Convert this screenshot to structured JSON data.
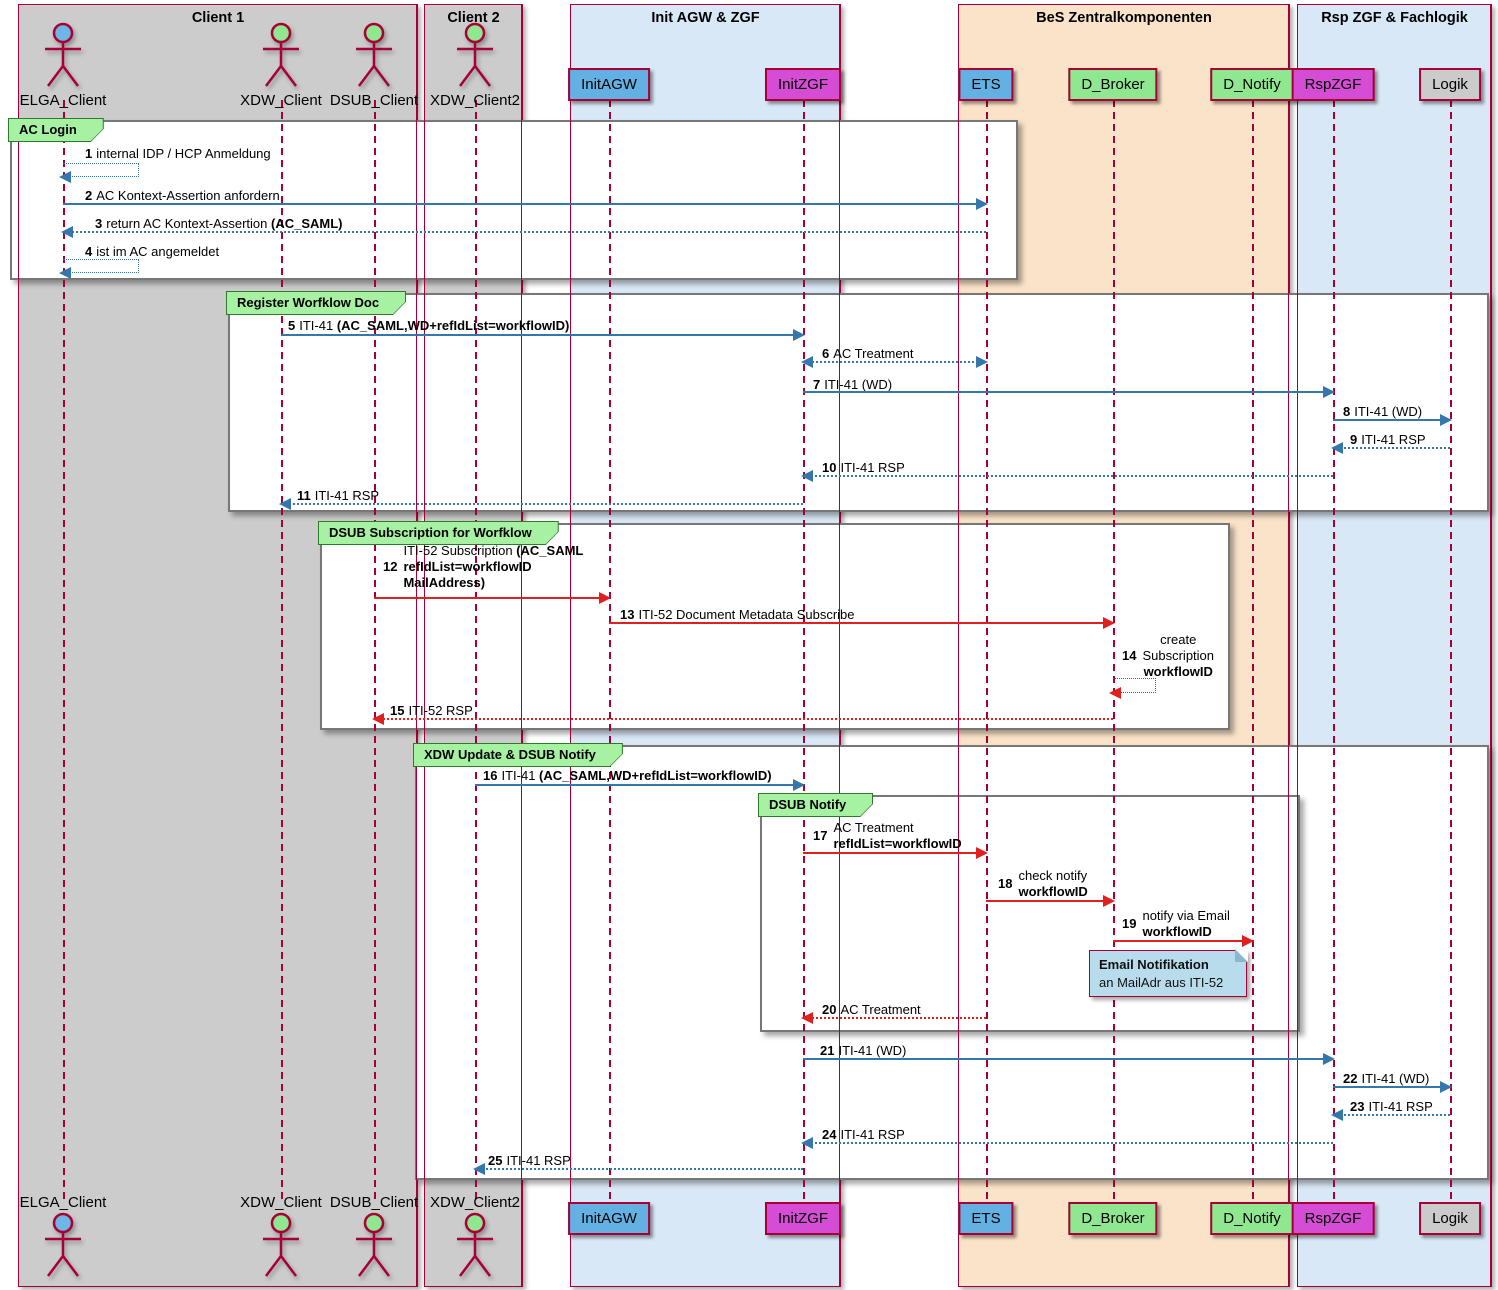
{
  "columns": [
    {
      "label": "Client 1",
      "bg": "#CCCCCC"
    },
    {
      "label": "Client 2",
      "bg": "#CCCCCC"
    },
    {
      "label": "Init AGW & ZGF",
      "bg": "#D9E8F6"
    },
    {
      "label": "BeS Zentralkomponenten",
      "bg": "#FAE3C8"
    },
    {
      "label": "Rsp ZGF & Fachlogik",
      "bg": "#D9E8F6"
    }
  ],
  "actors": [
    {
      "label": "ELGA_Client",
      "head": "#6FB6E8"
    },
    {
      "label": "XDW_Client",
      "head": "#8FE88F"
    },
    {
      "label": "DSUB_Client",
      "head": "#8FE88F"
    },
    {
      "label": "XDW_Client2",
      "head": "#8FE88F"
    }
  ],
  "participants": [
    {
      "label": "InitAGW",
      "bg": "#63B0E3"
    },
    {
      "label": "InitZGF",
      "bg": "#D54CD5"
    },
    {
      "label": "ETS",
      "bg": "#63B0E3"
    },
    {
      "label": "D_Broker",
      "bg": "#8FE88F"
    },
    {
      "label": "D_Notify",
      "bg": "#8FE88F"
    },
    {
      "label": "RspZGF",
      "bg": "#D54CD5"
    },
    {
      "label": "Logik",
      "bg": "#CBCBCB"
    }
  ],
  "frames": [
    {
      "label": "AC Login"
    },
    {
      "label": "Register Worfklow Doc"
    },
    {
      "label": "DSUB Subscription for Worfklow"
    },
    {
      "label": "XDW Update & DSUB Notify"
    },
    {
      "label": "DSUB Notify"
    }
  ],
  "messages": {
    "m1": {
      "num": "1",
      "text": "internal IDP / HCP Anmeldung"
    },
    "m2": {
      "num": "2",
      "text": "AC Kontext-Assertion anfordern"
    },
    "m3": {
      "num": "3",
      "text": "return AC Kontext-Assertion ",
      "bold": "(AC_SAML)"
    },
    "m4": {
      "num": "4",
      "text": "ist im AC angemeldet"
    },
    "m5": {
      "num": "5",
      "text": "ITI-41 ",
      "bold": "(AC_SAML,WD+refIdList=workflowID)"
    },
    "m6": {
      "num": "6",
      "text": "AC Treatment"
    },
    "m7": {
      "num": "7",
      "text": "ITI-41 (WD)"
    },
    "m8": {
      "num": "8",
      "text": "ITI-41 (WD)"
    },
    "m9": {
      "num": "9",
      "text": "ITI-41 RSP"
    },
    "m10": {
      "num": "10",
      "text": "ITI-41 RSP"
    },
    "m11": {
      "num": "11",
      "text": "ITI-41 RSP"
    },
    "m12": {
      "num": "12",
      "l1": "ITI-52 Subscription ",
      "l1b": "(AC_SAML",
      "l2b": "refIdList=workflowID",
      "l3b": "MailAddress)"
    },
    "m13": {
      "num": "13",
      "text": "ITI-52 Document Metadata Subscribe"
    },
    "m14": {
      "num": "14",
      "l1": "create",
      "l2": "Subscription",
      "l3b": "workflowID"
    },
    "m15": {
      "num": "15",
      "text": "ITI-52 RSP"
    },
    "m16": {
      "num": "16",
      "text": "ITI-41 ",
      "bold": "(AC_SAML,WD+refIdList=workflowID)"
    },
    "m17": {
      "num": "17",
      "l1": "AC Treatment",
      "l2b": "refIdList=workflowID"
    },
    "m18": {
      "num": "18",
      "l1": "check notify",
      "l2b": "workflowID"
    },
    "m19": {
      "num": "19",
      "l1": "notify via Email",
      "l2b": "workflowID"
    },
    "m20": {
      "num": "20",
      "text": "AC Treatment"
    },
    "m21": {
      "num": "21",
      "text": "ITI-41 (WD)"
    },
    "m22": {
      "num": "22",
      "text": "ITI-41 (WD)"
    },
    "m23": {
      "num": "23",
      "text": "ITI-41 RSP"
    },
    "m24": {
      "num": "24",
      "text": "ITI-41 RSP"
    },
    "m25": {
      "num": "25",
      "text": "ITI-41 RSP"
    }
  },
  "note": {
    "title": "Email Notifikation",
    "body": "an MailAdr aus ITI-52"
  },
  "colors": {
    "arrow_blue": "#3377AD",
    "arrow_red": "#E01F1F",
    "lifeline": "#A80036",
    "frame_border": "#777777",
    "tab_green": "#A7F1A2",
    "note_bg": "#B9DCEC"
  }
}
